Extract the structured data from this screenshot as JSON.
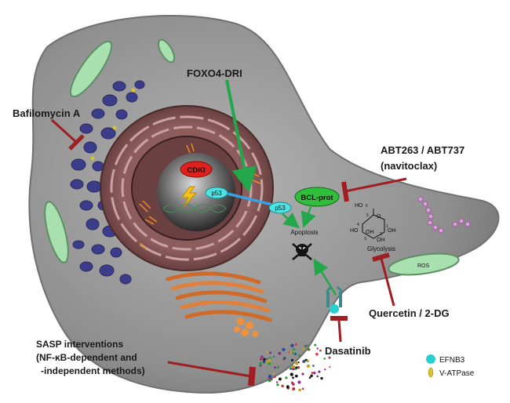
{
  "labels": {
    "bafilomycin": "Bafilomycin A",
    "foxo4": "FOXO4-DRI",
    "abt_line1": "ABT263 / ABT737",
    "abt_line2": "(navitoclax)",
    "quercetin": "Quercetin / 2-DG",
    "dasatinib": "Dasatinib",
    "sasp_line1": "SASP interventions",
    "sasp_line2": "(NF-κB-dependent and",
    "sasp_line3": "-independent methods)"
  },
  "nodes": {
    "cdki": "CDKI",
    "p53_nucleus": "p53",
    "p53_cyto": "p53",
    "bcl_prot": "BCL-prot",
    "apoptosis": "Apoptosis",
    "glycolysis": "Glycolysis",
    "ros": "ROS"
  },
  "glucose": {
    "ho6": "HO",
    "c6": "6",
    "ring_o": "O",
    "c5": "5",
    "c4": "4",
    "c1": "1",
    "ho4": "HO",
    "oh1": "OH",
    "oh2": "OH",
    "oh3": "OH",
    "c3": "3",
    "c2": "2"
  },
  "legend": {
    "efnb3": "EFNB3",
    "vatpase": "V-ATPase"
  },
  "colors": {
    "cell": "#8d8d8d",
    "nucleus_envelope": "#a98080",
    "inhibitor": "#a01d22",
    "activator": "#22a84a",
    "p53": "#4fe3e3",
    "bcl": "#2fbf3a",
    "cdki": "#e0201a",
    "lysosome": "#3b3d8a",
    "mitochondria": "#a8e0b0",
    "efnb3": "#2ad0d0",
    "vatpase": "#d8c430"
  }
}
